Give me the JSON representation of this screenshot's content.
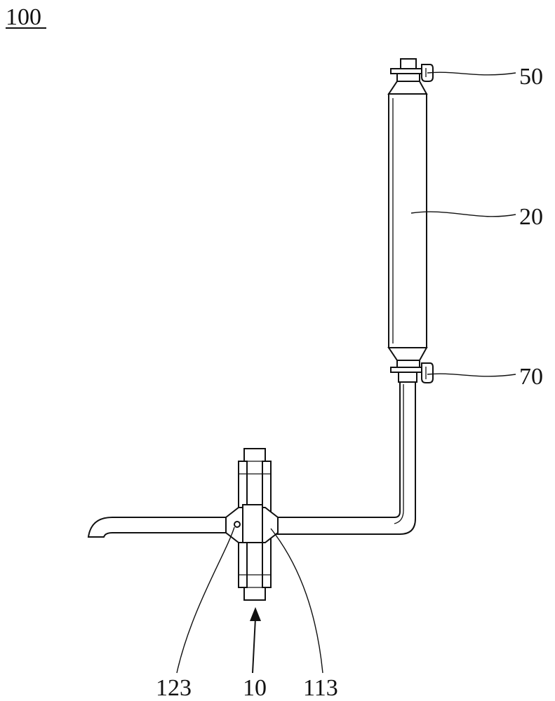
{
  "figure": {
    "ref_label": "100",
    "labels": {
      "top_valve": "50",
      "column": "20",
      "bottom_valve": "70",
      "left_fitting": "123",
      "pump_unit": "10",
      "right_fitting": "113"
    }
  }
}
